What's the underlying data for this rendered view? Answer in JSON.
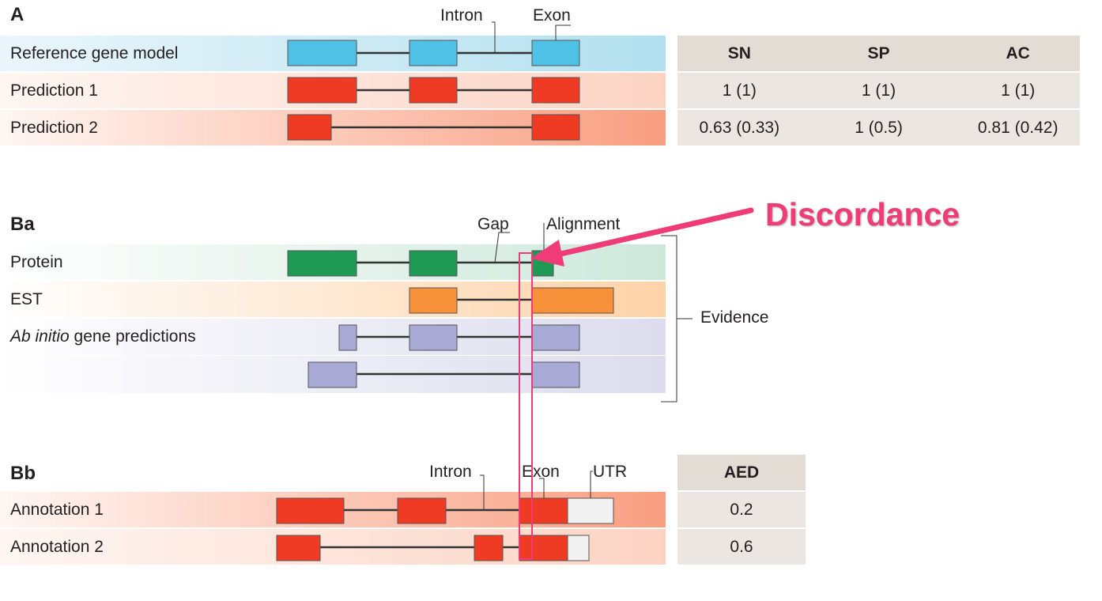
{
  "section_a": {
    "label": "A",
    "callout_intron": "Intron",
    "callout_exon": "Exon",
    "rows": [
      "Reference gene model",
      "Prediction 1",
      "Prediction 2"
    ],
    "table_headers": [
      "SN",
      "SP",
      "AC"
    ],
    "table_rows": [
      [
        "1 (1)",
        "1 (1)",
        "1 (1)"
      ],
      [
        "0.63 (0.33)",
        "1 (0.5)",
        "0.81 (0.42)"
      ]
    ]
  },
  "section_ba": {
    "label": "Ba",
    "callout_gap": "Gap",
    "callout_alignment": "Alignment",
    "rows": [
      "Protein",
      "EST"
    ],
    "ab_initio_italic": "Ab initio",
    "ab_initio_rest": " gene predictions",
    "evidence_label": "Evidence"
  },
  "section_bb": {
    "label": "Bb",
    "callout_intron": "Intron",
    "callout_exon": "Exon",
    "callout_utr": "UTR",
    "rows": [
      "Annotation 1",
      "Annotation 2"
    ],
    "table_header": "AED",
    "table_values": [
      "0.2",
      "0.6"
    ]
  },
  "discordance_label": "Discordance",
  "colors": {
    "reference_exon": "#4fc1e6",
    "prediction_exon": "#ef3b24",
    "protein_exon": "#1f9a55",
    "est_exon": "#f7923a",
    "abinitio_exon": "#a9a9d6",
    "utr": "#f1f1f1",
    "discordance": "#ef3b78"
  }
}
